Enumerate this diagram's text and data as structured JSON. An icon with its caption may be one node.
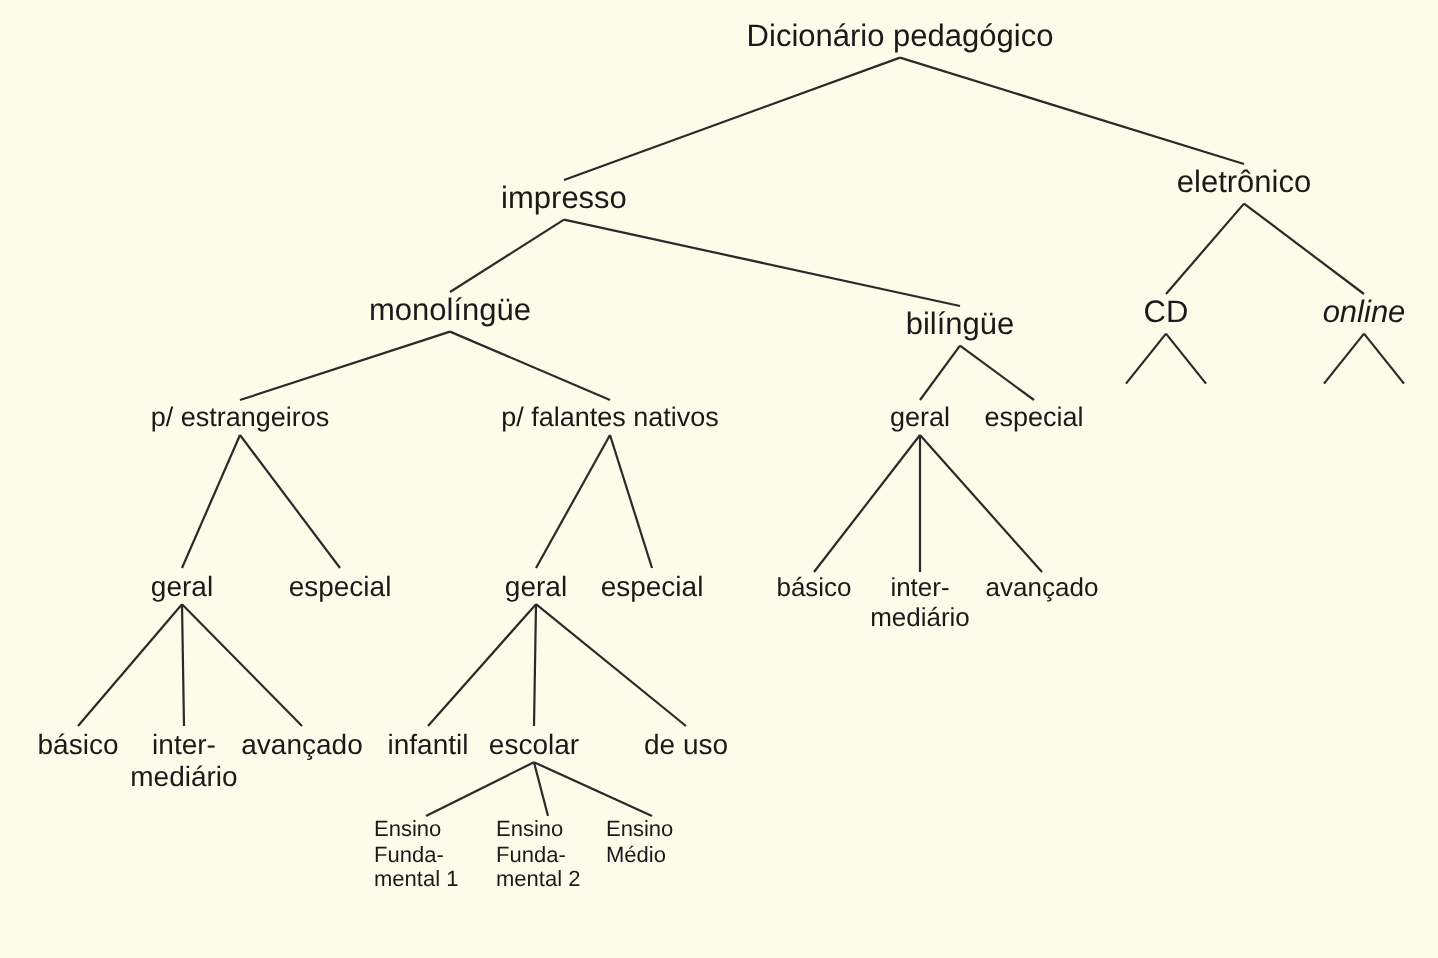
{
  "diagram": {
    "nodes": [
      {
        "text": [
          "Dicionário pedagógico"
        ]
      },
      {
        "text": [
          "impresso"
        ]
      },
      {
        "text": [
          "eletrônico"
        ]
      },
      {
        "text": [
          "monolíngüe"
        ]
      },
      {
        "text": [
          "bilíngüe"
        ]
      },
      {
        "text": [
          "CD"
        ]
      },
      {
        "text": [
          "online"
        ]
      },
      {
        "text": [
          "p/ estrangeiros"
        ]
      },
      {
        "text": [
          "p/ falantes nativos"
        ]
      },
      {
        "text": [
          "geral"
        ]
      },
      {
        "text": [
          "especial"
        ]
      },
      {
        "text": [
          "geral"
        ]
      },
      {
        "text": [
          "especial"
        ]
      },
      {
        "text": [
          "geral"
        ]
      },
      {
        "text": [
          "especial"
        ]
      },
      {
        "text": [
          "básico"
        ]
      },
      {
        "text": [
          "inter- mediário"
        ]
      },
      {
        "text": [
          "avançado"
        ]
      },
      {
        "text": [
          "básico"
        ]
      },
      {
        "text": [
          "inter- mediário"
        ]
      },
      {
        "text": [
          "avançado"
        ]
      },
      {
        "text": [
          "infantil"
        ]
      },
      {
        "text": [
          "escolar"
        ]
      },
      {
        "text": [
          "de uso"
        ]
      },
      {
        "text": [
          "Ensino Funda- mental 1"
        ]
      },
      {
        "text": [
          "Ensino Funda- mental 2"
        ]
      },
      {
        "text": [
          "Ensino Médio"
        ]
      }
    ],
    "edges": [
      {
        "from": 0,
        "to": 1,
        "arrow": "none"
      },
      {
        "from": 0,
        "to": 2,
        "arrow": "none"
      },
      {
        "from": 1,
        "to": 3,
        "arrow": "none"
      },
      {
        "from": 1,
        "to": 4,
        "arrow": "none"
      },
      {
        "from": 2,
        "to": 5,
        "arrow": "none"
      },
      {
        "from": 2,
        "to": 6,
        "arrow": "none"
      },
      {
        "from": 3,
        "to": 7,
        "arrow": "none"
      },
      {
        "from": 3,
        "to": 8,
        "arrow": "none"
      },
      {
        "from": 4,
        "to": 9,
        "arrow": "none"
      },
      {
        "from": 4,
        "to": 10,
        "arrow": "none"
      },
      {
        "from": 5,
        "to": null,
        "arrow": "none"
      },
      {
        "from": 5,
        "to": null,
        "arrow": "none"
      },
      {
        "from": 6,
        "to": null,
        "arrow": "none"
      },
      {
        "from": 6,
        "to": null,
        "arrow": "none"
      },
      {
        "from": 7,
        "to": 11,
        "arrow": "none"
      },
      {
        "from": 7,
        "to": 12,
        "arrow": "none"
      },
      {
        "from": 8,
        "to": 13,
        "arrow": "none"
      },
      {
        "from": 8,
        "to": 14,
        "arrow": "none"
      },
      {
        "from": 9,
        "to": 15,
        "arrow": "none"
      },
      {
        "from": 9,
        "to": 16,
        "arrow": "none"
      },
      {
        "from": 9,
        "to": 17,
        "arrow": "none"
      },
      {
        "from": 11,
        "to": 18,
        "arrow": "none"
      },
      {
        "from": 11,
        "to": 19,
        "arrow": "none"
      },
      {
        "from": 11,
        "to": 20,
        "arrow": "none"
      },
      {
        "from": 13,
        "to": 21,
        "arrow": "none"
      },
      {
        "from": 13,
        "to": 22,
        "arrow": "none"
      },
      {
        "from": 13,
        "to": 23,
        "arrow": "none"
      },
      {
        "from": 22,
        "to": 24,
        "arrow": "none"
      },
      {
        "from": 22,
        "to": 25,
        "arrow": "none"
      },
      {
        "from": 22,
        "to": 26,
        "arrow": "none"
      }
    ]
  }
}
